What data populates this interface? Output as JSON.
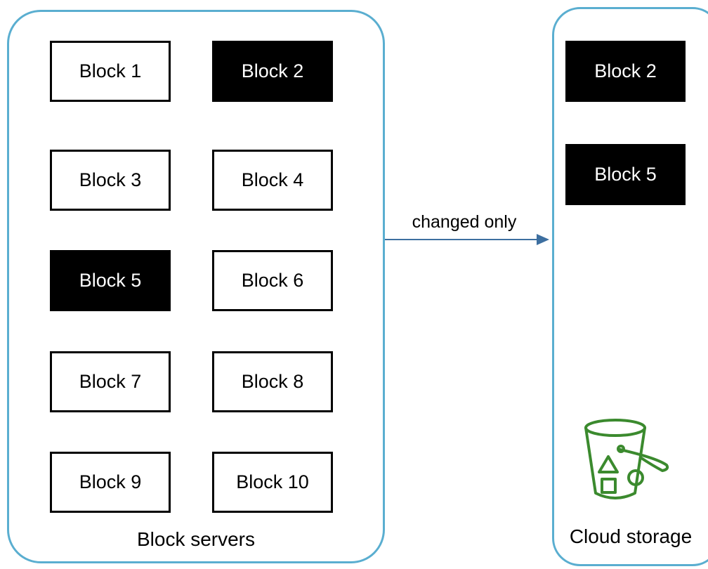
{
  "block_servers": {
    "label": "Block servers",
    "blocks": [
      {
        "label": "Block 1",
        "changed": false
      },
      {
        "label": "Block 2",
        "changed": true
      },
      {
        "label": "Block 3",
        "changed": false
      },
      {
        "label": "Block 4",
        "changed": false
      },
      {
        "label": "Block 5",
        "changed": true
      },
      {
        "label": "Block 6",
        "changed": false
      },
      {
        "label": "Block 7",
        "changed": false
      },
      {
        "label": "Block 8",
        "changed": false
      },
      {
        "label": "Block 9",
        "changed": false
      },
      {
        "label": "Block 10",
        "changed": false
      }
    ]
  },
  "transfer": {
    "label": "changed only"
  },
  "cloud_storage": {
    "label": "Cloud storage",
    "blocks": [
      {
        "label": "Block 2"
      },
      {
        "label": "Block 5"
      }
    ],
    "icon": "storage-bucket-icon"
  },
  "colors": {
    "panel_border": "#5aaed0",
    "arrow": "#3d6fa0",
    "bucket_icon": "#3b8a2e",
    "changed_block_fill": "#000000"
  }
}
